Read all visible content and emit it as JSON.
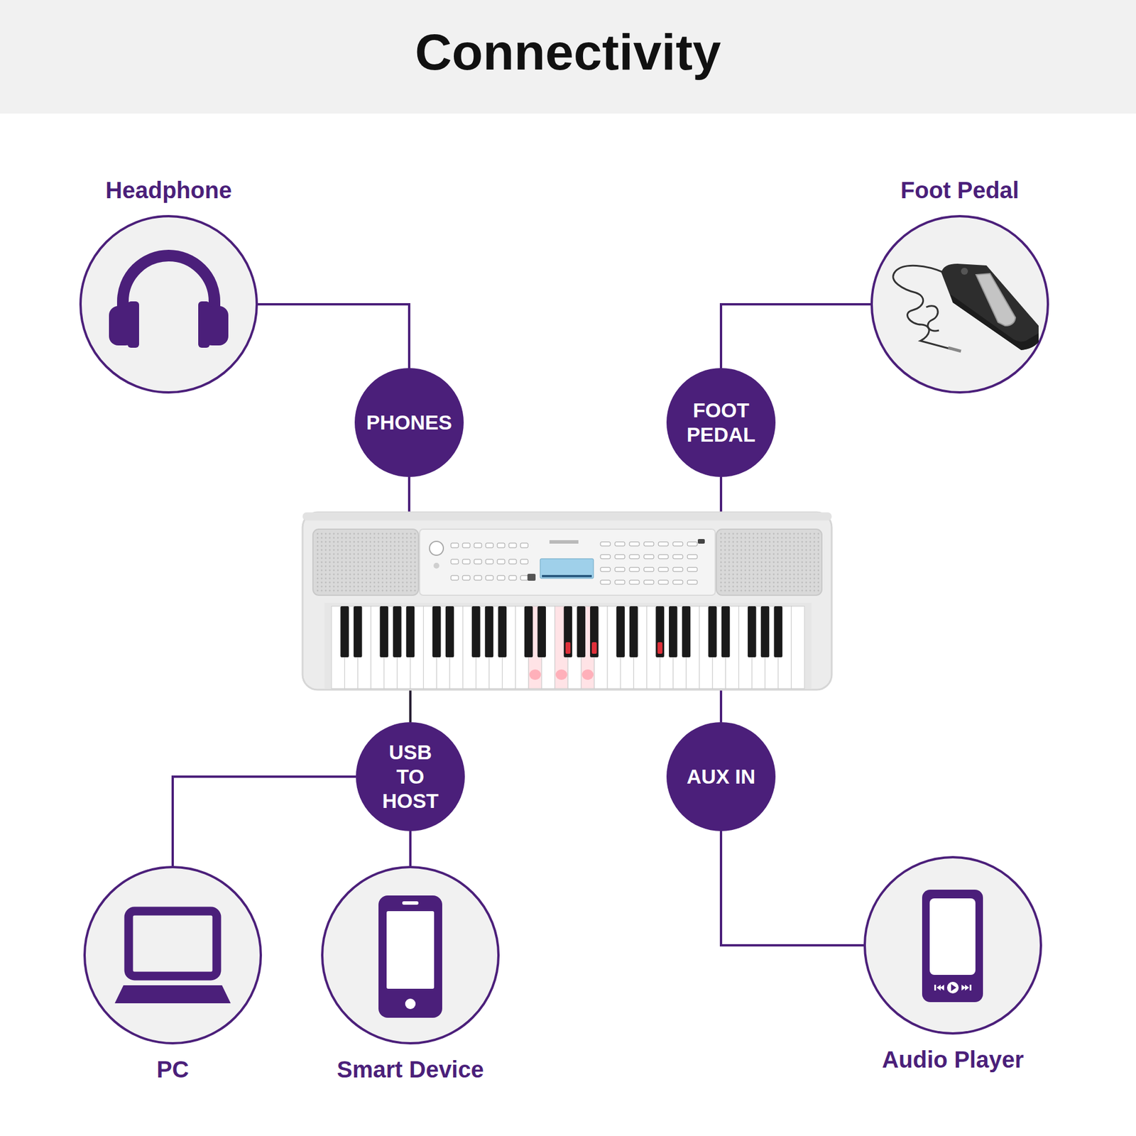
{
  "diagram": {
    "title": "Connectivity",
    "nodes": [
      {
        "text": [
          "Headphone"
        ]
      },
      {
        "text": [
          "Foot Pedal"
        ]
      },
      {
        "text": [
          "PHONES"
        ]
      },
      {
        "text": [
          "FOOT PEDAL"
        ]
      },
      {
        "text": [
          "USB TO HOST"
        ]
      },
      {
        "text": [
          "AUX IN"
        ]
      },
      {
        "text": [
          "PC"
        ]
      },
      {
        "text": [
          "Smart Device"
        ]
      },
      {
        "text": [
          "Audio Player"
        ]
      }
    ],
    "edges": [
      {
        "from": 0,
        "to": 2,
        "arrow": "none"
      },
      {
        "from": 1,
        "to": 3,
        "arrow": "none"
      },
      {
        "from": 4,
        "to": 6,
        "arrow": "none"
      },
      {
        "from": 4,
        "to": 7,
        "arrow": "none"
      },
      {
        "from": 5,
        "to": 8,
        "arrow": "none"
      }
    ]
  }
}
